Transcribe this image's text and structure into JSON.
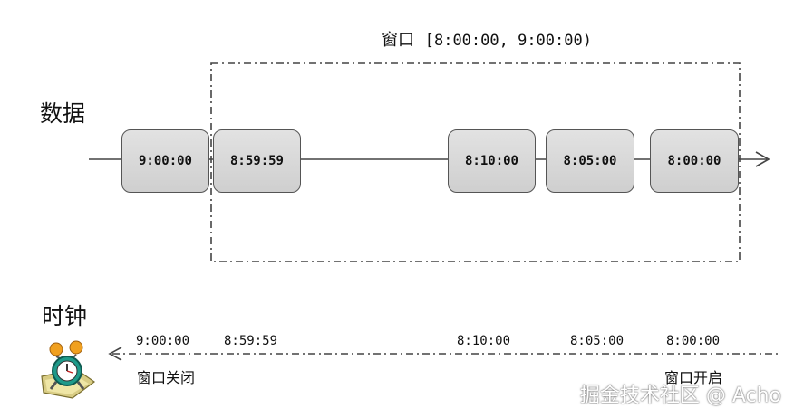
{
  "window": {
    "label": "窗口",
    "range": "[8:00:00, 9:00:00)"
  },
  "data_row": {
    "label": "数据",
    "events": [
      "9:00:00",
      "8:59:59",
      "8:10:00",
      "8:05:00",
      "8:00:00"
    ]
  },
  "clock_row": {
    "label": "时钟",
    "times": [
      "9:00:00",
      "8:59:59",
      "8:10:00",
      "8:05:00",
      "8:00:00"
    ],
    "close_label": "窗口关闭",
    "open_label": "窗口开启",
    "icon": "alarm-clock-icon"
  },
  "watermark": "掘金技术社区 @ Acho"
}
